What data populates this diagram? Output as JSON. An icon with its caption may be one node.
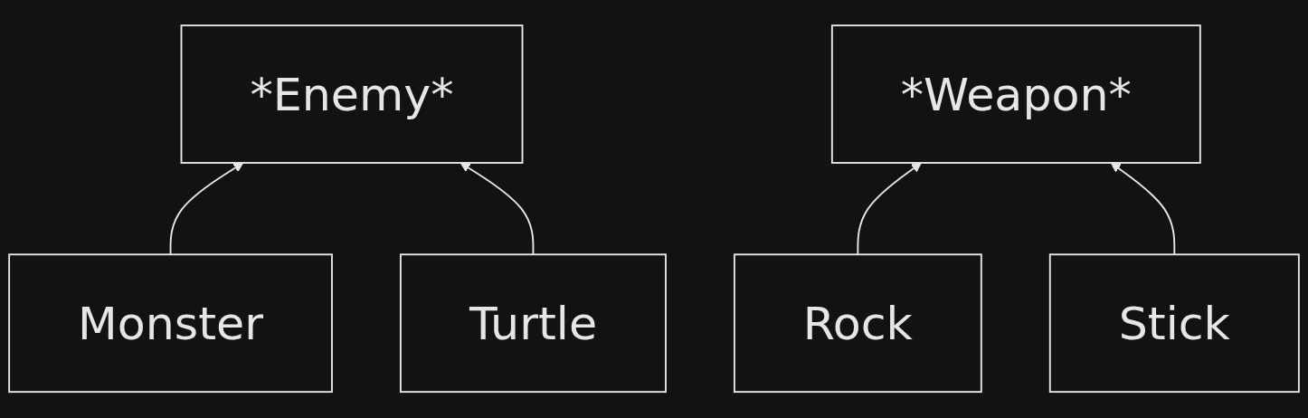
{
  "diagram": {
    "nodes": [
      {
        "text": [
          "*Enemy*"
        ]
      },
      {
        "text": [
          "*Weapon*"
        ]
      },
      {
        "text": [
          "Monster"
        ]
      },
      {
        "text": [
          "Turtle"
        ]
      },
      {
        "text": [
          "Rock"
        ]
      },
      {
        "text": [
          "Stick"
        ]
      }
    ],
    "edges": [
      {
        "from": 2,
        "to": 0,
        "arrow": "to"
      },
      {
        "from": 3,
        "to": 0,
        "arrow": "to"
      },
      {
        "from": 4,
        "to": 1,
        "arrow": "to"
      },
      {
        "from": 5,
        "to": 1,
        "arrow": "to"
      }
    ]
  }
}
